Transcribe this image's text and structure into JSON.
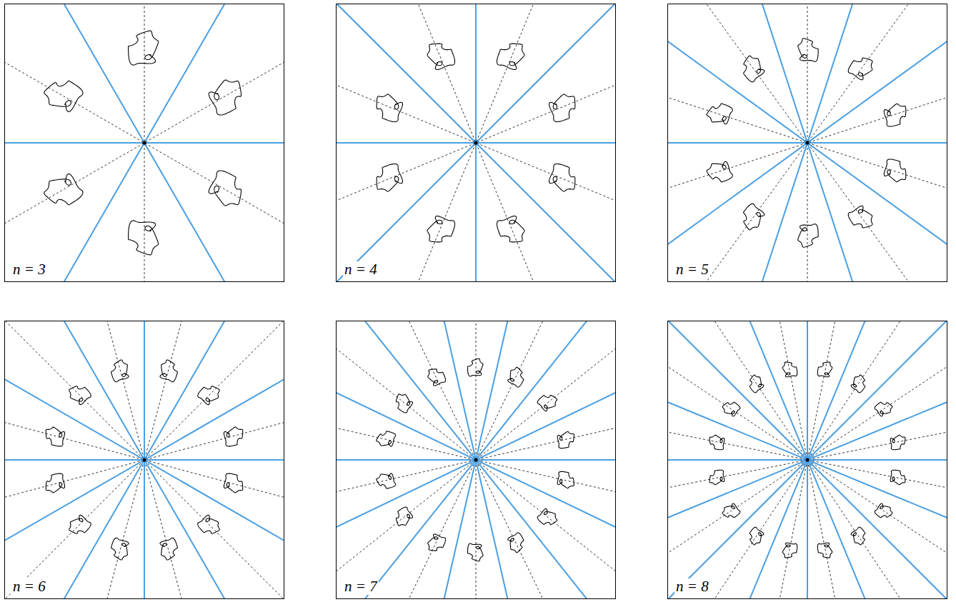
{
  "diagram": {
    "labels": [
      "n = 3",
      "n = 4",
      "n = 5",
      "n = 6",
      "n = 7",
      "n = 8"
    ]
  }
}
